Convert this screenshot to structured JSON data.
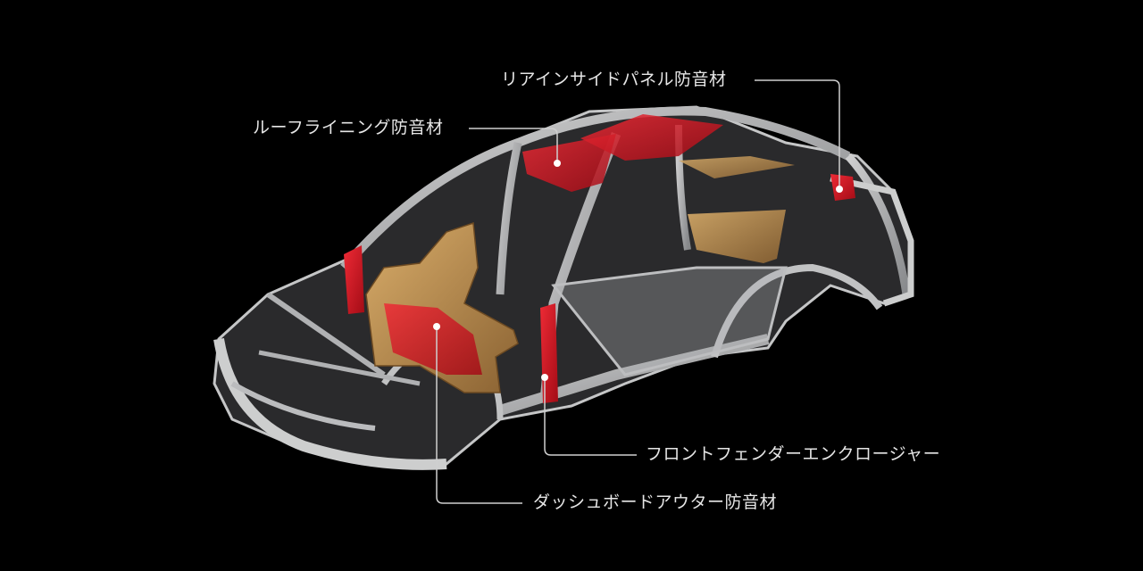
{
  "colors": {
    "background": "#000000",
    "body_frame": "#d9dadc",
    "insulation_red": "#d4101c",
    "insulation_tan": "#b98a4a",
    "leader_line": "#cfcfcf"
  },
  "callouts": [
    {
      "id": "rear-inside-panel",
      "text": "リアインサイドパネル防音材"
    },
    {
      "id": "roof-lining",
      "text": "ルーフライニング防音材"
    },
    {
      "id": "front-fender-enclosure",
      "text": "フロントフェンダーエンクロージャー"
    },
    {
      "id": "dashboard-outer",
      "text": "ダッシュボードアウター防音材"
    }
  ]
}
